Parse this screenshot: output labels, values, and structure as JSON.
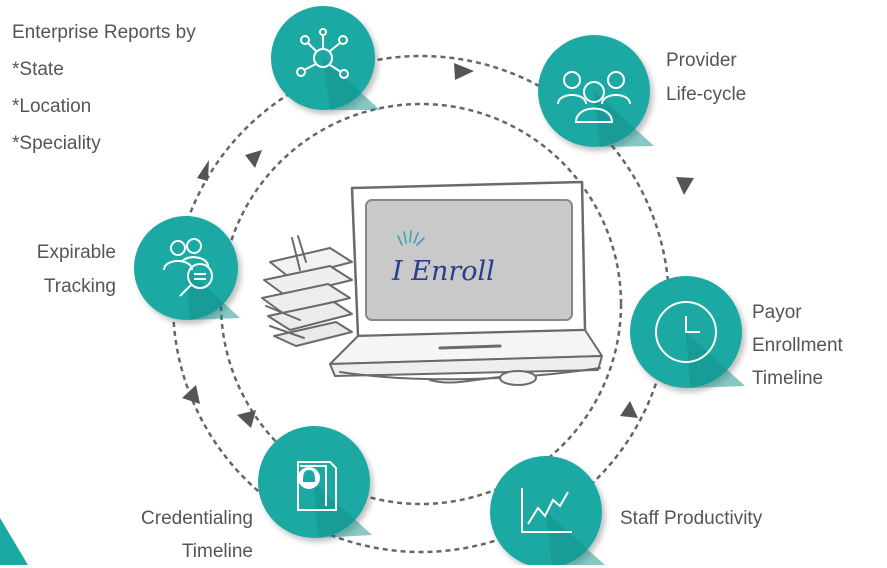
{
  "center": {
    "logo_text": "I Enroll"
  },
  "nodes": [
    {
      "key": "enterprise",
      "icon": "network-icon",
      "lines": [
        "Enterprise Reports by",
        "*State",
        "*Location",
        "*Speciality"
      ]
    },
    {
      "key": "provider",
      "icon": "users-group-icon",
      "lines": [
        "Provider",
        "Life-cycle"
      ]
    },
    {
      "key": "payor",
      "icon": "clock-icon",
      "lines": [
        "Payor",
        "Enrollment",
        "Timeline"
      ]
    },
    {
      "key": "staff",
      "icon": "line-chart-icon",
      "lines": [
        "Staff Productivity"
      ]
    },
    {
      "key": "credentialing",
      "icon": "document-bell-icon",
      "lines": [
        "Credentialing",
        "Timeline"
      ]
    },
    {
      "key": "expirable",
      "icon": "users-search-icon",
      "lines": [
        "Expirable",
        "Tracking"
      ]
    }
  ],
  "colors": {
    "accent": "#1aa9a4",
    "accent_dark": "#118f8a",
    "text": "#555555",
    "dash": "#666666",
    "screen": "#c9c9c9"
  }
}
